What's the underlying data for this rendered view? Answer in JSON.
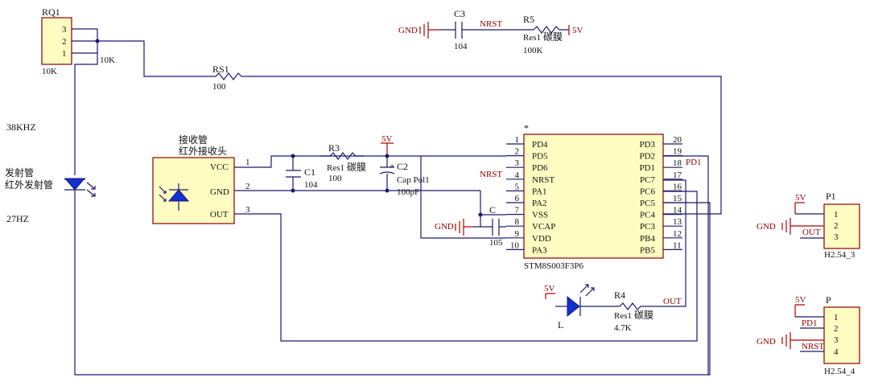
{
  "components": {
    "rq1": {
      "ref": "RQ1",
      "pins": [
        "3",
        "2",
        "1"
      ],
      "value": "10K",
      "wiper_label": "10K"
    },
    "rs1": {
      "ref": "RS1",
      "value": "100"
    },
    "c3": {
      "ref": "C3",
      "value": "104"
    },
    "r5": {
      "ref": "R5",
      "type": "Res1",
      "material": "碳膜",
      "value": "100K"
    },
    "receiver": {
      "title_line1": "接收管",
      "title_line2": "红外接收头",
      "pins": [
        "VCC",
        "GND",
        "OUT"
      ],
      "pin_numbers": [
        "1",
        "2",
        "3"
      ]
    },
    "r3": {
      "ref": "R3",
      "type": "Res1",
      "material": "碳膜",
      "value": "100"
    },
    "c1": {
      "ref": "C1",
      "value": "104"
    },
    "c2": {
      "ref": "C2",
      "type": "Cap Pol1",
      "value": "100pF"
    },
    "c": {
      "ref": "C",
      "value": "105"
    },
    "mcu": {
      "part": "STM8S003F3P6",
      "marker": "*",
      "left_pins": [
        {
          "num": "1",
          "name": "PD4"
        },
        {
          "num": "2",
          "name": "PD5"
        },
        {
          "num": "3",
          "name": "PD6"
        },
        {
          "num": "4",
          "name": "NRST"
        },
        {
          "num": "5",
          "name": "PA1"
        },
        {
          "num": "6",
          "name": "PA2"
        },
        {
          "num": "7",
          "name": "VSS"
        },
        {
          "num": "8",
          "name": "VCAP"
        },
        {
          "num": "9",
          "name": "VDD"
        },
        {
          "num": "10",
          "name": "PA3"
        }
      ],
      "right_pins": [
        {
          "num": "20",
          "name": "PD3"
        },
        {
          "num": "19",
          "name": "PD2"
        },
        {
          "num": "18",
          "name": "PD1"
        },
        {
          "num": "17",
          "name": "PC7"
        },
        {
          "num": "16",
          "name": "PC6"
        },
        {
          "num": "15",
          "name": "PC5"
        },
        {
          "num": "14",
          "name": "PC4"
        },
        {
          "num": "13",
          "name": "PC3"
        },
        {
          "num": "12",
          "name": "PB4"
        },
        {
          "num": "11",
          "name": "PB5"
        }
      ]
    },
    "led": {
      "ref": "L"
    },
    "r4": {
      "ref": "R4",
      "type": "Res1",
      "material": "碳膜",
      "value": "4.7K"
    },
    "p1": {
      "ref": "P1",
      "pins": [
        "1",
        "2",
        "3"
      ],
      "footprint": "H2.54_3"
    },
    "p": {
      "ref": "P",
      "pins": [
        "1",
        "2",
        "3",
        "4"
      ],
      "footprint": "H2.54_4"
    },
    "emitter": {
      "title_line1": "发射管",
      "title_line2": "红外发射管"
    }
  },
  "nets": {
    "gnd": "GND",
    "vcc": "5V",
    "nrst": "NRST",
    "pd1": "PD1",
    "out": "OUT"
  },
  "notes": {
    "freq_38k": "38KHZ",
    "freq_27": "27HZ"
  }
}
